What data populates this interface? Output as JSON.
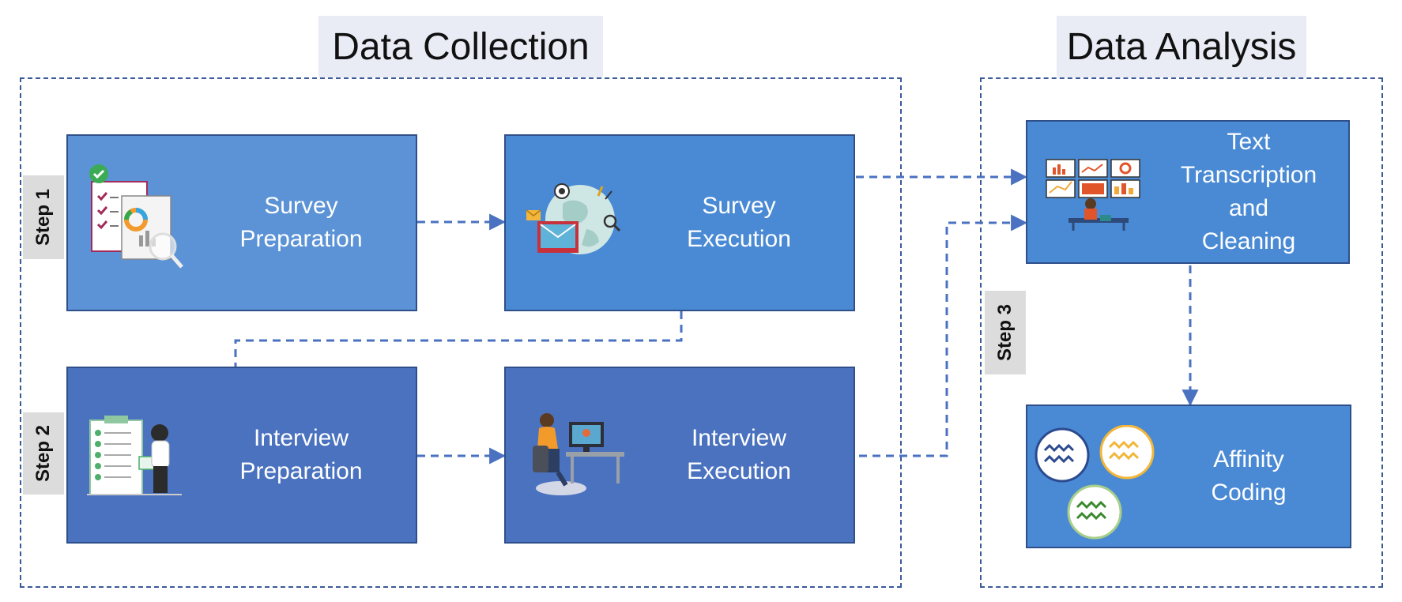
{
  "sections": {
    "collection": "Data Collection",
    "analysis": "Data Analysis"
  },
  "steps": {
    "step1": "Step 1",
    "step2": "Step 2",
    "step3": "Step 3"
  },
  "boxes": {
    "survey_prep": "Survey\nPreparation",
    "survey_exec": "Survey\nExecution",
    "interview_prep": "Interview\nPreparation",
    "interview_exec": "Interview\nExecution",
    "text_transcription": "Text\nTranscription\nand\nCleaning",
    "affinity": "Affinity\nCoding"
  },
  "colors": {
    "box_light": "#5b93d6",
    "box_mid": "#4a8ad4",
    "box_dark": "#4b72bf",
    "connector": "#4a72c0",
    "region_border": "#3b5a9a"
  },
  "icons": {
    "survey_prep": "checklist-magnifier-icon",
    "survey_exec": "globe-email-icon",
    "interview_prep": "clipboard-person-icon",
    "interview_exec": "video-call-desk-icon",
    "text_transcription": "dashboard-monitors-icon",
    "affinity": "wave-circles-icon"
  }
}
